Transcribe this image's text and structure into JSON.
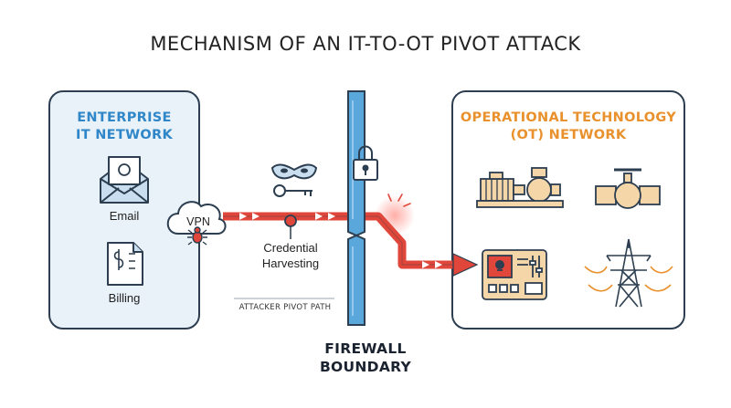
{
  "title": "MECHANISM OF AN IT-TO-OT PIVOT ATTACK",
  "enterprise": {
    "title_line1": "ENTERPRISE",
    "title_line2": "IT NETWORK",
    "items": [
      {
        "label": "Email",
        "icon": "email-icon"
      },
      {
        "label": "Billing",
        "icon": "billing-document-icon"
      }
    ]
  },
  "vpn": {
    "label": "VPN",
    "icon": "cloud-icon"
  },
  "credential": {
    "line1": "Credential",
    "line2": "Harvesting",
    "icons": [
      "mask-icon",
      "key-icon"
    ]
  },
  "pivot_path_label": "ATTACKER PIVOT PATH",
  "firewall": {
    "line1": "FIREWALL",
    "line2": "BOUNDARY",
    "icon": "padlock-icon"
  },
  "ot": {
    "title_line1": "OPERATIONAL TECHNOLOGY",
    "title_line2": "(OT) NETWORK",
    "assets": [
      "pump-motor-icon",
      "valve-pipe-icon",
      "control-panel-skull-icon",
      "power-tower-icon"
    ]
  },
  "colors": {
    "enterprise_accent": "#2f86c8",
    "ot_accent": "#e8912d",
    "attack_path": "#e0463a",
    "outline": "#2c3e50",
    "enterprise_fill": "#e9f2f9",
    "firewall_fill": "#5aa7dc"
  }
}
